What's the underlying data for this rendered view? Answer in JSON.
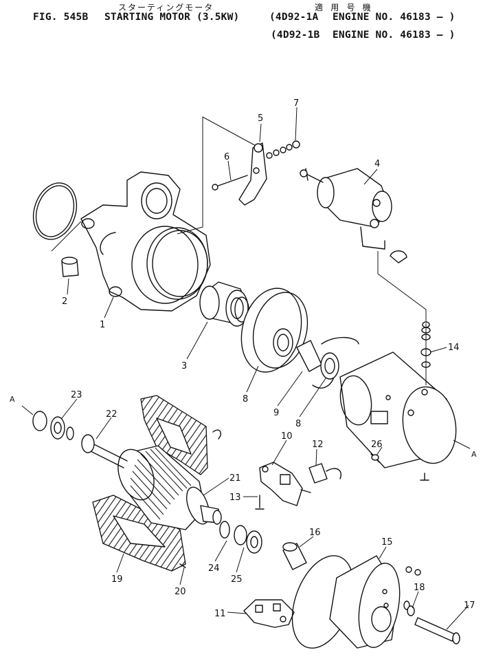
{
  "header": {
    "subtitle_jp": "スターティングモータ",
    "applicability_jp": "適 用 号 機",
    "fig_label": "FIG. 545B",
    "title": "STARTING MOTOR (3.5KW)",
    "line1_model": "(4D92-1A",
    "line1_engine": "ENGINE NO. 46183 – )",
    "line2_model": "(4D92-1B",
    "line2_engine": "ENGINE NO. 46183 – )"
  },
  "callouts": [
    {
      "id": "c1",
      "label": "1"
    },
    {
      "id": "c2",
      "label": "2"
    },
    {
      "id": "c3",
      "label": "3"
    },
    {
      "id": "c4",
      "label": "4"
    },
    {
      "id": "c5",
      "label": "5"
    },
    {
      "id": "c6",
      "label": "6"
    },
    {
      "id": "c7",
      "label": "7"
    },
    {
      "id": "c8a",
      "label": "8"
    },
    {
      "id": "c8b",
      "label": "8"
    },
    {
      "id": "c9",
      "label": "9"
    },
    {
      "id": "c10",
      "label": "10"
    },
    {
      "id": "c11",
      "label": "11"
    },
    {
      "id": "c12",
      "label": "12"
    },
    {
      "id": "c13",
      "label": "13"
    },
    {
      "id": "c14",
      "label": "14"
    },
    {
      "id": "c15",
      "label": "15"
    },
    {
      "id": "c16",
      "label": "16"
    },
    {
      "id": "c17",
      "label": "17"
    },
    {
      "id": "c18",
      "label": "18"
    },
    {
      "id": "c19",
      "label": "19"
    },
    {
      "id": "c20",
      "label": "20"
    },
    {
      "id": "c21",
      "label": "21"
    },
    {
      "id": "c22",
      "label": "22"
    },
    {
      "id": "c23",
      "label": "23"
    },
    {
      "id": "c24",
      "label": "24"
    },
    {
      "id": "c25",
      "label": "25"
    },
    {
      "id": "c26",
      "label": "26"
    }
  ],
  "connectors": {
    "left": "A",
    "right": "A"
  }
}
